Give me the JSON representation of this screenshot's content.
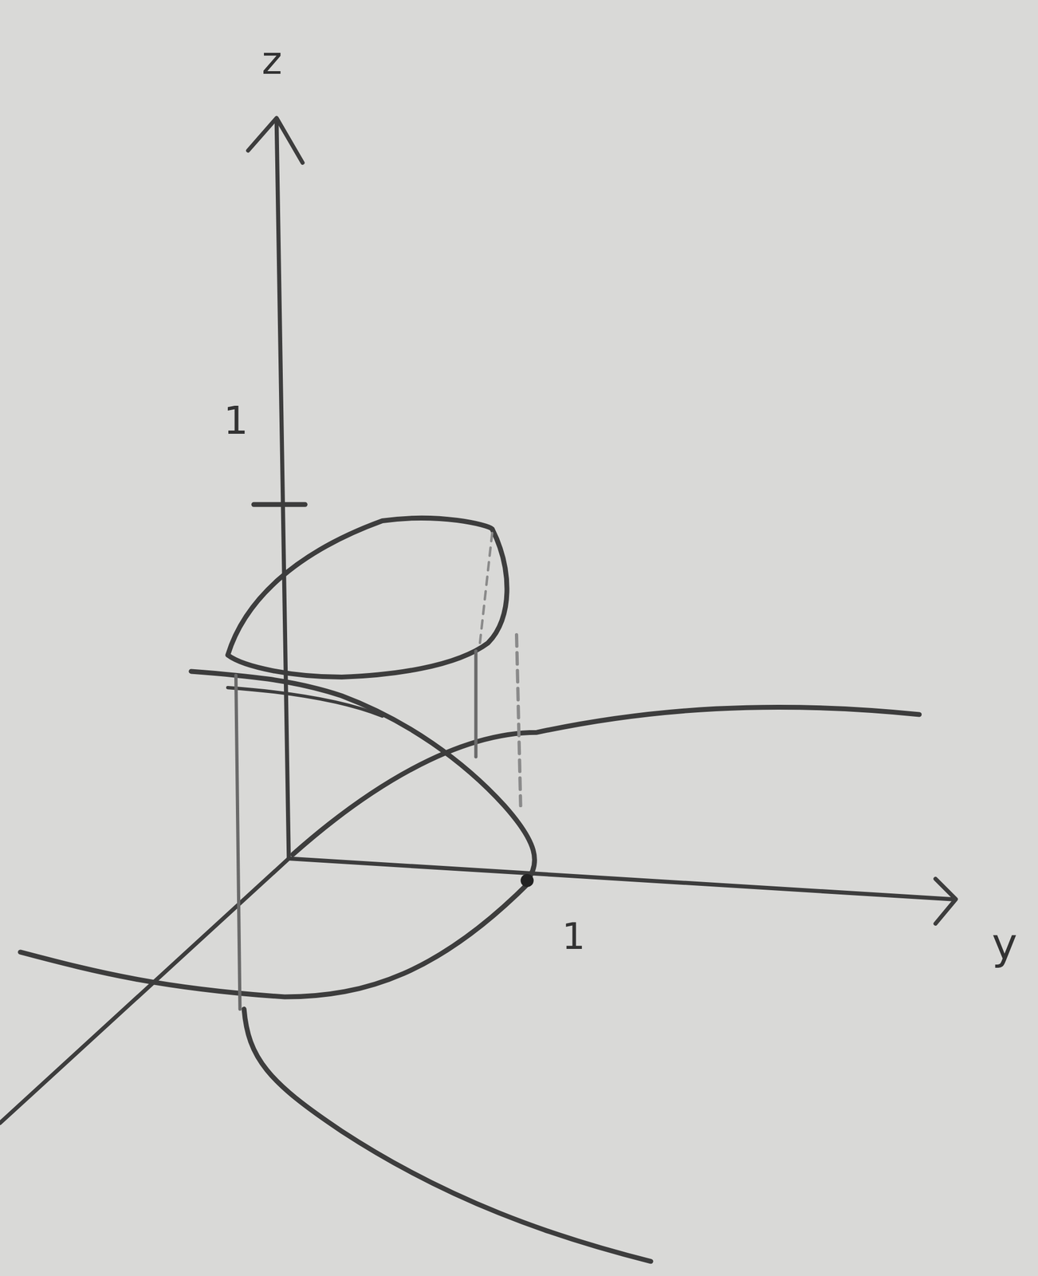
{
  "diagram": {
    "labels": [
      "z",
      "1",
      "1",
      "y"
    ]
  }
}
